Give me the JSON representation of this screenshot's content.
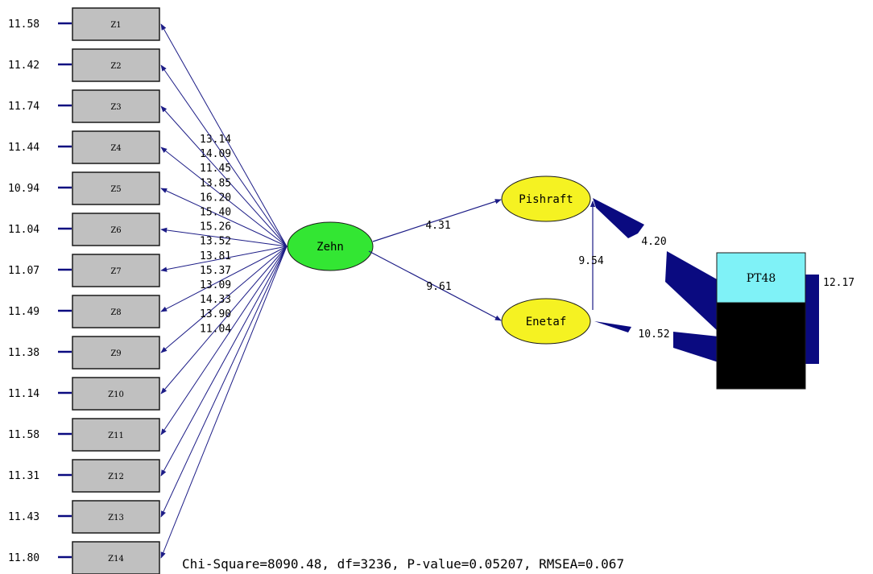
{
  "colors": {
    "arrow": "#1c1c86",
    "indicator_box": "#c0c0c0",
    "zehn_fill": "#33e633",
    "latent_fill": "#f5f222",
    "pt48_header": "#7ff2f7",
    "pt48_body": "#000000",
    "heavy_arrow": "#0a0a80",
    "text": "#000000"
  },
  "indicators": [
    {
      "label": "Z1",
      "error_variance": "11.58",
      "t_value": "13.14"
    },
    {
      "label": "Z2",
      "error_variance": "11.42",
      "t_value": "14.09"
    },
    {
      "label": "Z3",
      "error_variance": "11.74",
      "t_value": "11.45"
    },
    {
      "label": "Z4",
      "error_variance": "11.44",
      "t_value": "13.85"
    },
    {
      "label": "Z5",
      "error_variance": "10.94",
      "t_value": "16.20"
    },
    {
      "label": "Z6",
      "error_variance": "11.04",
      "t_value": "15.40"
    },
    {
      "label": "Z7",
      "error_variance": "11.07",
      "t_value": "15.26"
    },
    {
      "label": "Z8",
      "error_variance": "11.49",
      "t_value": "13.52"
    },
    {
      "label": "Z9",
      "error_variance": "11.38",
      "t_value": "13.81"
    },
    {
      "label": "Z10",
      "error_variance": "11.14",
      "t_value": "15.37"
    },
    {
      "label": "Z11",
      "error_variance": "11.58",
      "t_value": "13.09"
    },
    {
      "label": "Z12",
      "error_variance": "11.31",
      "t_value": "14.33"
    },
    {
      "label": "Z13",
      "error_variance": "11.43",
      "t_value": "13.90"
    },
    {
      "label": "Z14",
      "error_variance": "11.80",
      "t_value": "11.04"
    }
  ],
  "latents": {
    "zehn": "Zehn",
    "pishraft": "Pishraft",
    "enetaf": "Enetaf"
  },
  "paths": {
    "zehn_pishraft": "4.31",
    "zehn_enetaf": "9.61",
    "enetaf_pishraft": "9.54",
    "pishraft_pt48": "4.20",
    "enetaf_pt48": "10.52",
    "pt48_error": "12.17"
  },
  "pt48_label": "PT48",
  "fit_statistics": "Chi-Square=8090.48, df=3236, P-value=0.05207, RMSEA=0.067"
}
